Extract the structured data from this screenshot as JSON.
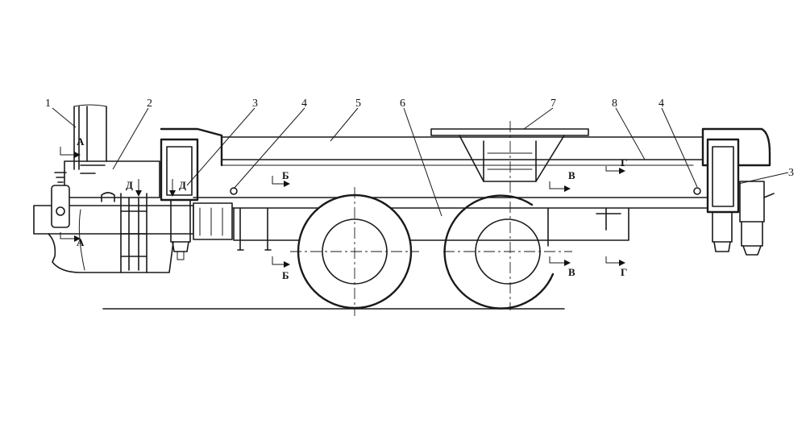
{
  "callouts": [
    {
      "id": "1",
      "text": "1"
    },
    {
      "id": "2",
      "text": "2"
    },
    {
      "id": "3a",
      "text": "3"
    },
    {
      "id": "4a",
      "text": "4"
    },
    {
      "id": "5",
      "text": "5"
    },
    {
      "id": "6",
      "text": "6"
    },
    {
      "id": "7",
      "text": "7"
    },
    {
      "id": "8",
      "text": "8"
    },
    {
      "id": "4b",
      "text": "4"
    },
    {
      "id": "3b",
      "text": "3"
    }
  ],
  "section_marks": {
    "A": "А",
    "B": "Б",
    "V": "В",
    "G": "Г",
    "D": "Д"
  },
  "colors": {
    "ink": "#1a1a1a",
    "paper": "#ffffff"
  }
}
